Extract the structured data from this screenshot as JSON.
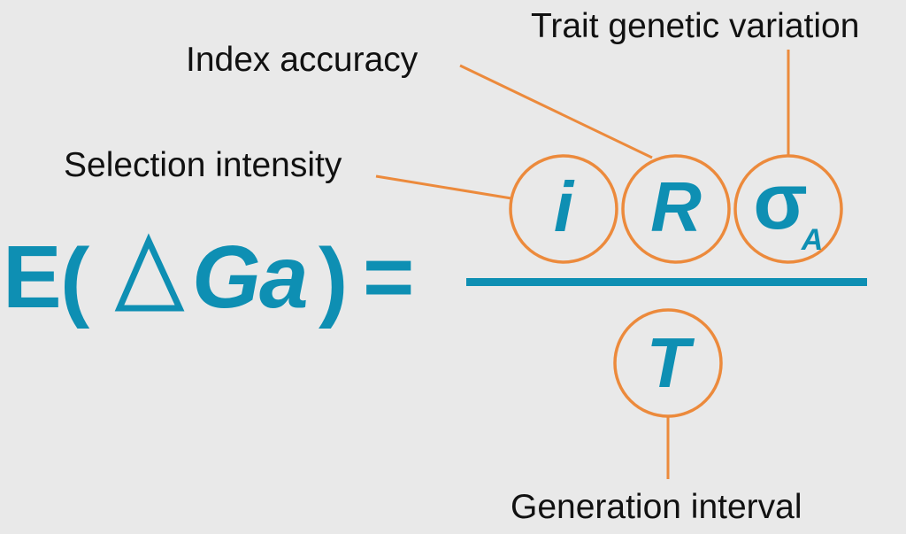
{
  "labels": {
    "trait_variation": "Trait genetic variation",
    "index_accuracy": "Index accuracy",
    "selection_intensity": "Selection intensity",
    "generation_interval": "Generation interval"
  },
  "equation": {
    "E": "E",
    "open_paren": "(",
    "delta": "∆",
    "G": "G",
    "a": "a",
    "close_paren": ")",
    "equals": "=",
    "i": "i",
    "R": "R",
    "sigma": "σ",
    "sigma_sub": "A",
    "T": "T"
  },
  "colors": {
    "accent": "#0e8fb3",
    "leader": "#ec8a3c",
    "background": "#e9e9e9"
  }
}
